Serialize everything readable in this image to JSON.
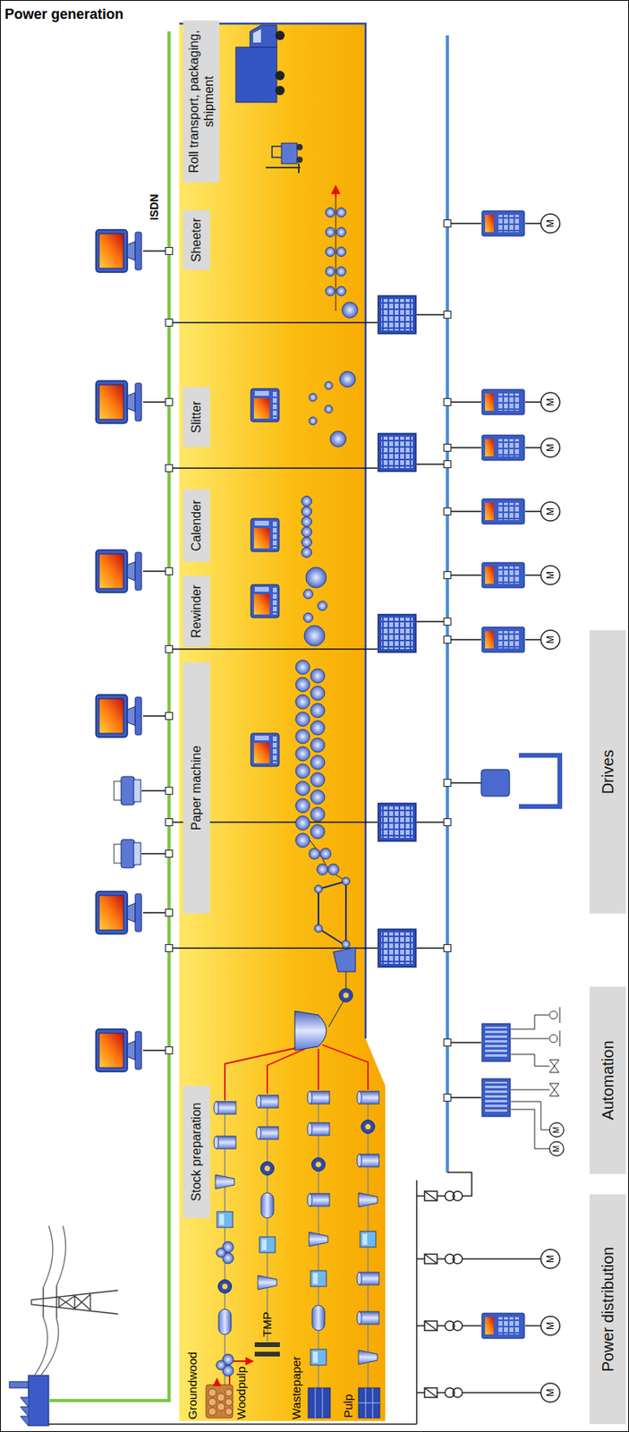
{
  "diagram": {
    "nodes": [
      {
        "text": [
          "Stock preparation"
        ]
      },
      {
        "text": [
          "Paper machine"
        ]
      },
      {
        "text": [
          "Rewinder"
        ]
      },
      {
        "text": [
          "Calender"
        ]
      },
      {
        "text": [
          "Slitter"
        ]
      },
      {
        "text": [
          "Sheeter"
        ]
      },
      {
        "text": [
          "Roll transport, packaging, shipment"
        ]
      },
      {
        "text": [
          "Automation"
        ]
      },
      {
        "text": [
          "Drives"
        ]
      },
      {
        "text": [
          "Power distribution"
        ]
      }
    ],
    "labels": [
      "Power generation",
      "ISDN",
      "Groundwood",
      "Woodpulp",
      "TMP",
      "Wastepaper",
      "Pulp",
      "M",
      "M",
      "M",
      "M",
      "M",
      "M",
      "M",
      "M",
      "M",
      "M",
      "M"
    ]
  }
}
